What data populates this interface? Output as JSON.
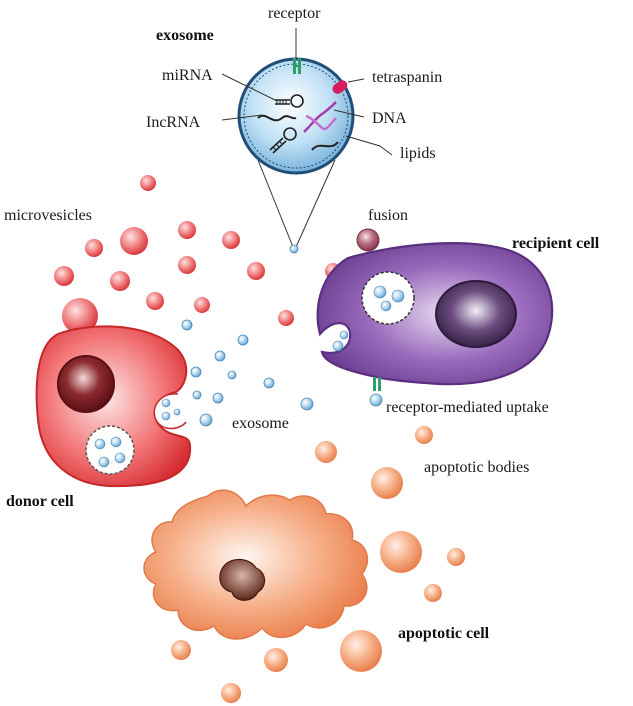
{
  "labels": {
    "receptor": "receptor",
    "exosome_title": "exosome",
    "mirna": "miRNA",
    "lncrna": "IncRNA",
    "tetraspanin": "tetraspanin",
    "dna": "DNA",
    "lipids": "lipids",
    "microvesicles": "microvesicles",
    "fusion": "fusion",
    "recipient_cell": "recipient cell",
    "receptor_uptake": "receptor-mediated uptake",
    "exosome": "exosome",
    "donor_cell": "donor cell",
    "apoptotic_bodies": "apoptotic bodies",
    "apoptotic_cell": "apoptotic cell"
  },
  "colors": {
    "donor_cell": "#e8484a",
    "microvesicle": "#e25a5c",
    "exosome_vesicle": "#a9d2ee",
    "recipient_cell": "#7b4a9e",
    "recipient_nucleus": "#5a3a6a",
    "apoptotic_cell": "#f09a6e",
    "apoptotic_body": "#f3a57a",
    "tetraspanin": "#d81b60",
    "receptor": "#2e9e6a",
    "dna": "#a03aa8"
  },
  "icons": {
    "receptor": "receptor-icon",
    "tetraspanin": "tetraspanin-icon",
    "dna": "dna-helix-icon",
    "mirna": "hairpin-rna-icon"
  }
}
